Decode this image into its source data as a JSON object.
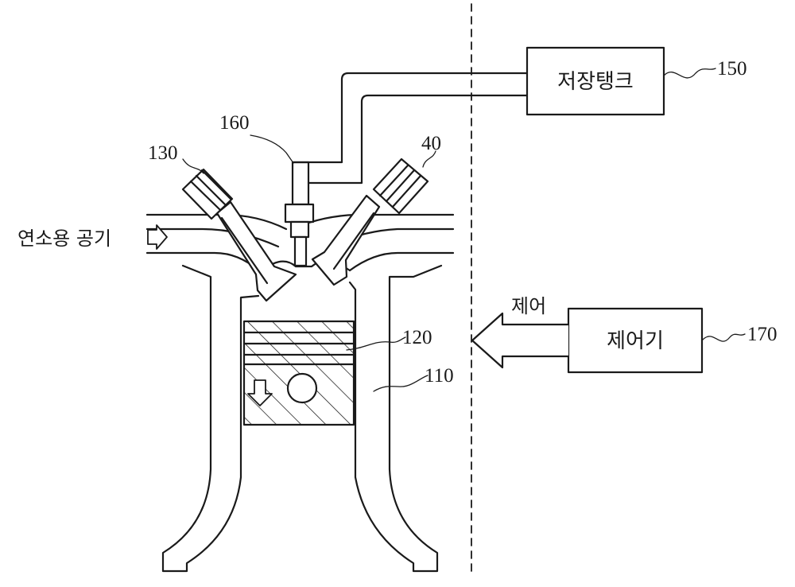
{
  "labels": {
    "storage_tank": "저장탱크",
    "controller": "제어기",
    "control": "제어",
    "combustion_air": "연소용 공기"
  },
  "refs": {
    "storage_tank": "150",
    "injector": "160",
    "intake_valve": "130",
    "exhaust_valve": "40",
    "piston": "120",
    "cylinder": "110",
    "controller": "170"
  },
  "colors": {
    "line": "#1a1a1a",
    "background": "#ffffff"
  }
}
